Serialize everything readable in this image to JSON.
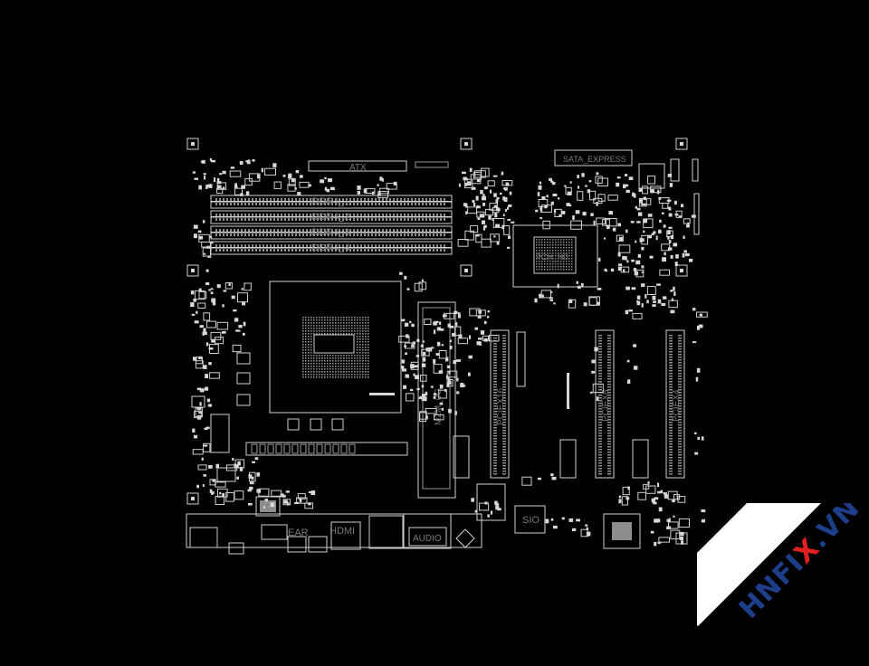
{
  "board": {
    "labels": {
      "atx": "ATX",
      "sata_express": "SATA_EXPRESS",
      "ddr4_1": "DDR4_1",
      "ddr4_2": "DDR4_2",
      "ddr4_3": "DDR4_3",
      "ddr4_4": "DDR4_4",
      "pch": "PCH_H0",
      "m2": "M2M_0G",
      "pciex16": "PCIEX16",
      "pciex8": "PCIEX8",
      "pciex4": "PCIEX4",
      "sio": "SIO",
      "audio": "AUDIO",
      "ear": "EAR",
      "hdmi": "HDMI"
    },
    "colors": {
      "background": "#000000",
      "trace": "#cfcfcf",
      "label": "#7a7a7a"
    }
  },
  "watermark": {
    "text_left": "HNFI",
    "text_x": "X",
    "text_right": ".VN",
    "colors": {
      "band": "#ffffff",
      "text": "#1d3f8a",
      "accent": "#e02020"
    }
  }
}
